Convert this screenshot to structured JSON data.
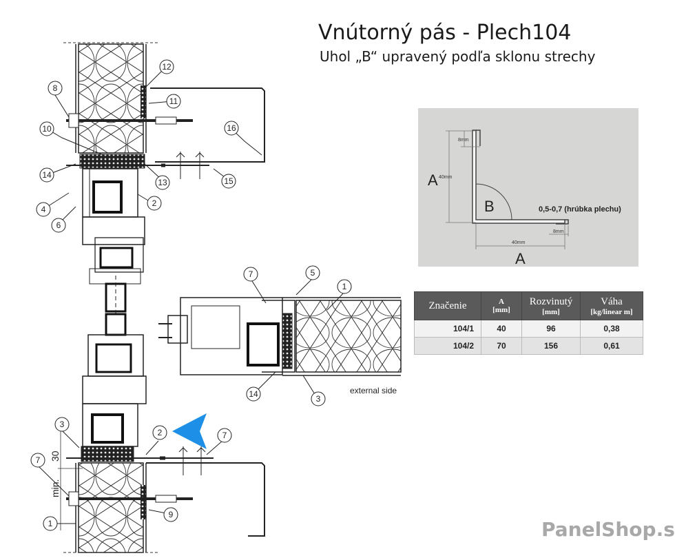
{
  "header": {
    "title": "Vnútorný pás - Plech104",
    "subtitle": "Uhol „B“ upravený podľa sklonu strechy"
  },
  "profile_drawing": {
    "label_a_side": "A",
    "label_a_bottom": "A",
    "label_b": "B",
    "dim_top_hem": "8mm",
    "dim_side": "40mm",
    "dim_bottom": "40mm",
    "dim_bottom_hem": "8mm",
    "thickness_note": "0,5-0,7 (hrúbka plechu)"
  },
  "spec_table": {
    "headers": [
      {
        "main": "Značenie",
        "unit": ""
      },
      {
        "main": "A",
        "unit": "[mm]"
      },
      {
        "main": "Rozvinutý",
        "unit": "[mm]"
      },
      {
        "main": "Váha",
        "unit": "[kg/linear m]"
      }
    ],
    "rows": [
      {
        "code": "104/1",
        "a": "40",
        "developed": "96",
        "weight": "0,38"
      },
      {
        "code": "104/2",
        "a": "70",
        "developed": "156",
        "weight": "0,61"
      }
    ]
  },
  "callouts": {
    "n1": "1",
    "n2": "2",
    "n3": "3",
    "n4": "4",
    "n5": "5",
    "n6": "6",
    "n7": "7",
    "n8": "8",
    "n9": "9",
    "n10": "10",
    "n11": "11",
    "n12": "12",
    "n13": "13",
    "n14": "14",
    "n15": "15",
    "n16": "16"
  },
  "section_text": {
    "external_side": "external side",
    "dim_30": "30",
    "dim_min": "min."
  },
  "brand": {
    "name": "PanelShop.sk"
  },
  "colors": {
    "arrow": "#1e8fe6",
    "panel_bg": "#d6d6d4",
    "table_header": "#5a5a5a",
    "brand": "#a8a8a8"
  }
}
